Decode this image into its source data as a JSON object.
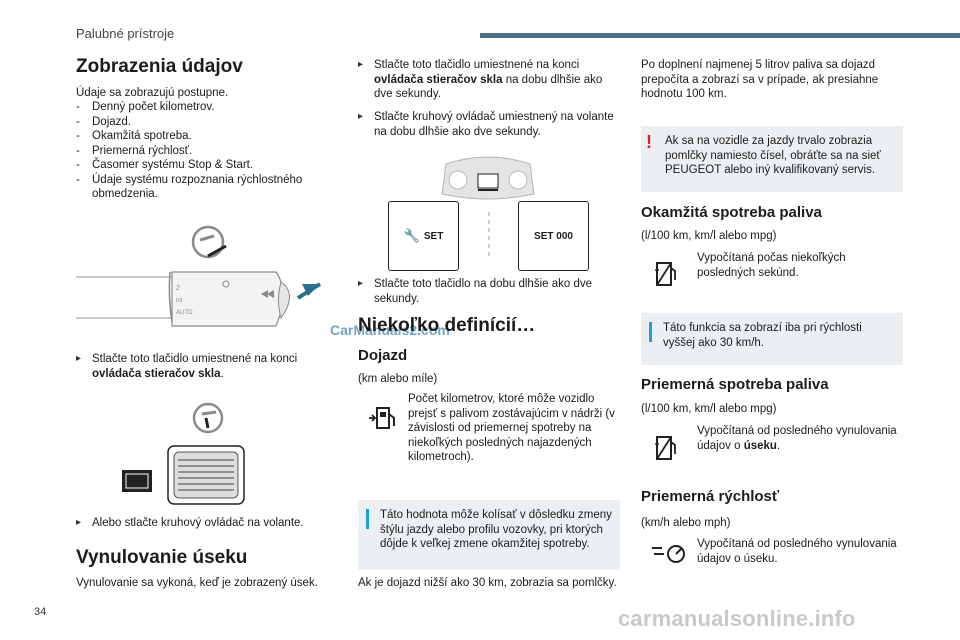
{
  "header": {
    "title": "Palubné prístroje"
  },
  "page_number": "34",
  "watermark_inline": "CarManuals2.com",
  "watermark_footer": "carmanualsonline.info",
  "col1": {
    "title": "Zobrazenia údajov",
    "intro": "Údaje sa zobrazujú postupne.",
    "items": [
      "Denný počet kilometrov.",
      "Dojazd.",
      "Okamžitá spotreba.",
      "Priemerná rýchlosť.",
      "Časomer systému Stop & Start.",
      "Údaje systému rozpoznania rýchlostného obmedzenia."
    ],
    "step1_pre": "Stlačte toto tlačidlo umiestnené na konci ",
    "step1_bold": "ovládača stieračov skla",
    "step1_post": ".",
    "step2": "Alebo stlačte kruhový ovládač na volante.",
    "reset_title": "Vynulovanie úseku",
    "reset_text": "Vynulovanie sa vykoná, keď je zobrazený úsek."
  },
  "col2": {
    "step1_pre": "Stlačte toto tlačidlo umiestnené na konci ",
    "step1_bold": "ovládača stieračov skla",
    "step1_post": " na dobu dlhšie ako dve sekundy.",
    "step2": "Stlačte kruhový ovládač umiestnený na volante na dobu dlhšie ako dve sekundy.",
    "set_left": "SET",
    "set_right": "SET 000",
    "step3": "Stlačte toto tlačidlo na dobu dlhšie ako dve sekundy.",
    "defs_title": "Niekoľko definícií…",
    "range_title": "Dojazd",
    "range_units": "(km alebo míle)",
    "range_text": "Počet kilometrov, ktoré môže vozidlo prejsť s palivom zostávajúcim v nádrži (v závislosti od priemernej spotreby na niekoľkých posledných najazdených kilometroch).",
    "range_note": "Táto hodnota môže kolísať v dôsledku zmeny štýlu jazdy alebo profilu vozovky, pri ktorých dôjde k veľkej zmene okamžitej spotreby.",
    "range_low": "Ak je dojazd nižší ako 30 km, zobrazia sa pomlčky."
  },
  "col3": {
    "refuel": "Po doplnení najmenej 5 litrov paliva sa dojazd prepočíta a zobrazí sa v prípade, ak presiahne hodnotu 100 km.",
    "warn": "Ak sa na vozidle za jazdy trvalo zobrazia pomlčky namiesto čísel, obráťte sa na sieť PEUGEOT alebo iný kvalifikovaný servis.",
    "inst_title": "Okamžitá spotreba paliva",
    "inst_units": "(l/100 km, km/l alebo mpg)",
    "inst_text": "Vypočítaná počas niekoľkých posledných sekúnd.",
    "inst_note": "Táto funkcia sa zobrazí iba pri rýchlosti vyššej ako 30 km/h.",
    "avg_title": "Priemerná spotreba paliva",
    "avg_units": "(l/100 km, km/l alebo mpg)",
    "avg_text_pre": "Vypočítaná od posledného vynulovania údajov o ",
    "avg_text_bold": "úseku",
    "avg_text_post": ".",
    "speed_title": "Priemerná rýchlosť",
    "speed_units": "(km/h alebo mph)",
    "speed_text": "Vypočítaná od posledného vynulovania údajov o úseku."
  },
  "colors": {
    "accent": "#4a6e83",
    "note_bg": "#eceff1",
    "info_flag": "#1f9fd4",
    "warn_flag": "#e01a2b"
  }
}
